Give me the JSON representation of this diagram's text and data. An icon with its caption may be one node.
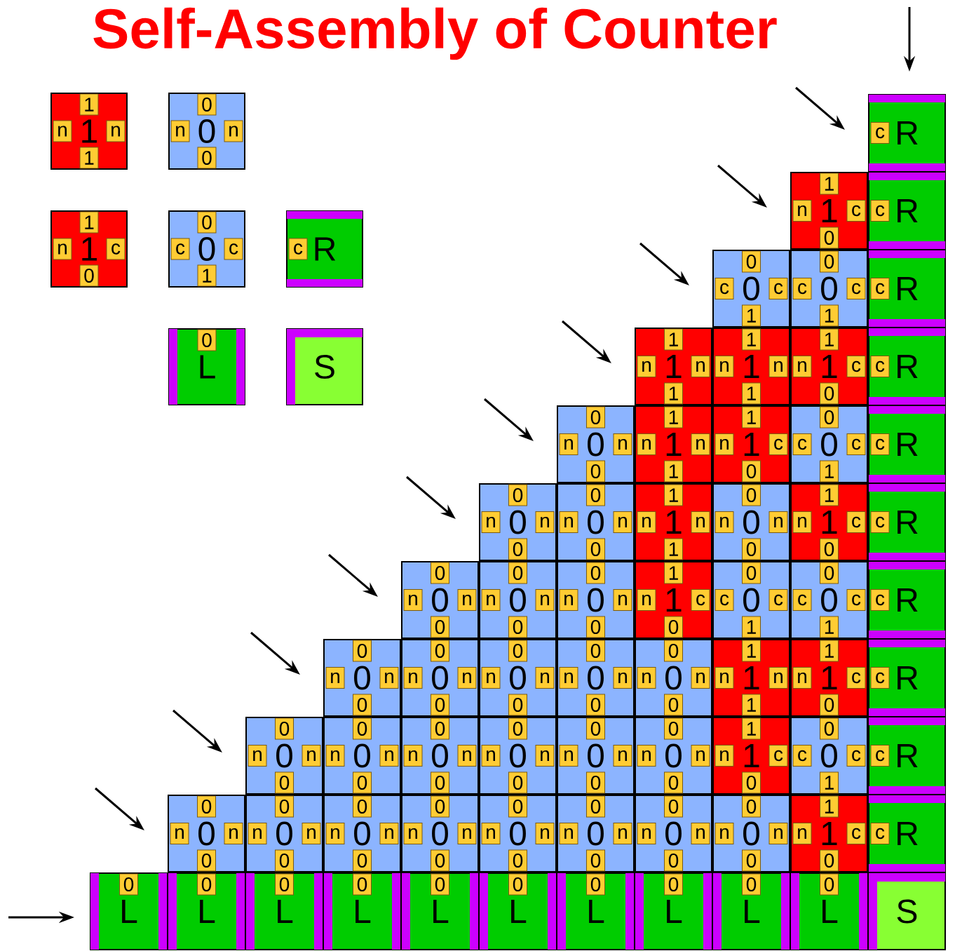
{
  "diagram": {
    "title": "Self-Assembly of Counter",
    "nodes": [
      {
        "text": [
          "1",
          "n",
          "1",
          "n",
          "1"
        ]
      },
      {
        "text": [
          "0",
          "n",
          "0",
          "n",
          "0"
        ]
      },
      {
        "text": [
          "1",
          "n",
          "1",
          "c",
          "0"
        ]
      },
      {
        "text": [
          "0",
          "c",
          "0",
          "c",
          "1"
        ]
      },
      {
        "text": [
          "c",
          "R"
        ]
      },
      {
        "text": [
          "0",
          "L"
        ]
      },
      {
        "text": [
          "S"
        ]
      },
      {
        "text": [
          "c",
          "R"
        ]
      },
      {
        "text": [
          "1",
          "n",
          "1",
          "c",
          "0"
        ]
      },
      {
        "text": [
          "c",
          "R"
        ]
      },
      {
        "text": [
          "0",
          "c",
          "0",
          "c",
          "1"
        ]
      },
      {
        "text": [
          "0",
          "c",
          "0",
          "c",
          "1"
        ]
      },
      {
        "text": [
          "c",
          "R"
        ]
      },
      {
        "text": [
          "1",
          "n",
          "1",
          "n",
          "1"
        ]
      },
      {
        "text": [
          "1",
          "n",
          "1",
          "n",
          "1"
        ]
      },
      {
        "text": [
          "1",
          "n",
          "1",
          "c",
          "0"
        ]
      },
      {
        "text": [
          "c",
          "R"
        ]
      },
      {
        "text": [
          "0",
          "n",
          "0",
          "n",
          "0"
        ]
      },
      {
        "text": [
          "1",
          "n",
          "1",
          "n",
          "1"
        ]
      },
      {
        "text": [
          "1",
          "n",
          "1",
          "c",
          "0"
        ]
      },
      {
        "text": [
          "0",
          "c",
          "0",
          "c",
          "1"
        ]
      },
      {
        "text": [
          "c",
          "R"
        ]
      },
      {
        "text": [
          "0",
          "n",
          "0",
          "n",
          "0"
        ]
      },
      {
        "text": [
          "0",
          "n",
          "0",
          "n",
          "0"
        ]
      },
      {
        "text": [
          "1",
          "n",
          "1",
          "n",
          "1"
        ]
      },
      {
        "text": [
          "0",
          "n",
          "0",
          "n",
          "0"
        ]
      },
      {
        "text": [
          "1",
          "n",
          "1",
          "c",
          "0"
        ]
      },
      {
        "text": [
          "c",
          "R"
        ]
      },
      {
        "text": [
          "0",
          "n",
          "0",
          "n",
          "0"
        ]
      },
      {
        "text": [
          "0",
          "n",
          "0",
          "n",
          "0"
        ]
      },
      {
        "text": [
          "0",
          "n",
          "0",
          "n",
          "0"
        ]
      },
      {
        "text": [
          "1",
          "n",
          "1",
          "c",
          "0"
        ]
      },
      {
        "text": [
          "0",
          "c",
          "0",
          "c",
          "1"
        ]
      },
      {
        "text": [
          "0",
          "c",
          "0",
          "c",
          "1"
        ]
      },
      {
        "text": [
          "c",
          "R"
        ]
      },
      {
        "text": [
          "0",
          "n",
          "0",
          "n",
          "0"
        ]
      },
      {
        "text": [
          "0",
          "n",
          "0",
          "n",
          "0"
        ]
      },
      {
        "text": [
          "0",
          "n",
          "0",
          "n",
          "0"
        ]
      },
      {
        "text": [
          "0",
          "n",
          "0",
          "n",
          "0"
        ]
      },
      {
        "text": [
          "0",
          "n",
          "0",
          "n",
          "0"
        ]
      },
      {
        "text": [
          "1",
          "n",
          "1",
          "n",
          "1"
        ]
      },
      {
        "text": [
          "1",
          "n",
          "1",
          "c",
          "0"
        ]
      },
      {
        "text": [
          "c",
          "R"
        ]
      },
      {
        "text": [
          "0",
          "n",
          "0",
          "n",
          "0"
        ]
      },
      {
        "text": [
          "0",
          "n",
          "0",
          "n",
          "0"
        ]
      },
      {
        "text": [
          "0",
          "n",
          "0",
          "n",
          "0"
        ]
      },
      {
        "text": [
          "0",
          "n",
          "0",
          "n",
          "0"
        ]
      },
      {
        "text": [
          "0",
          "n",
          "0",
          "n",
          "0"
        ]
      },
      {
        "text": [
          "0",
          "n",
          "0",
          "n",
          "0"
        ]
      },
      {
        "text": [
          "1",
          "n",
          "1",
          "c",
          "0"
        ]
      },
      {
        "text": [
          "0",
          "c",
          "0",
          "c",
          "1"
        ]
      },
      {
        "text": [
          "c",
          "R"
        ]
      },
      {
        "text": [
          "0",
          "n",
          "0",
          "n",
          "0"
        ]
      },
      {
        "text": [
          "0",
          "n",
          "0",
          "n",
          "0"
        ]
      },
      {
        "text": [
          "0",
          "n",
          "0",
          "n",
          "0"
        ]
      },
      {
        "text": [
          "0",
          "n",
          "0",
          "n",
          "0"
        ]
      },
      {
        "text": [
          "0",
          "n",
          "0",
          "n",
          "0"
        ]
      },
      {
        "text": [
          "0",
          "n",
          "0",
          "n",
          "0"
        ]
      },
      {
        "text": [
          "0",
          "n",
          "0",
          "n",
          "0"
        ]
      },
      {
        "text": [
          "0",
          "n",
          "0",
          "n",
          "0"
        ]
      },
      {
        "text": [
          "1",
          "n",
          "1",
          "c",
          "0"
        ]
      },
      {
        "text": [
          "c",
          "R"
        ]
      },
      {
        "text": [
          "0",
          "L"
        ]
      },
      {
        "text": [
          "0",
          "L"
        ]
      },
      {
        "text": [
          "0",
          "L"
        ]
      },
      {
        "text": [
          "0",
          "L"
        ]
      },
      {
        "text": [
          "0",
          "L"
        ]
      },
      {
        "text": [
          "0",
          "L"
        ]
      },
      {
        "text": [
          "0",
          "L"
        ]
      },
      {
        "text": [
          "0",
          "L"
        ]
      },
      {
        "text": [
          "0",
          "L"
        ]
      },
      {
        "text": [
          "0",
          "L"
        ]
      },
      {
        "text": [
          "S"
        ]
      }
    ]
  }
}
